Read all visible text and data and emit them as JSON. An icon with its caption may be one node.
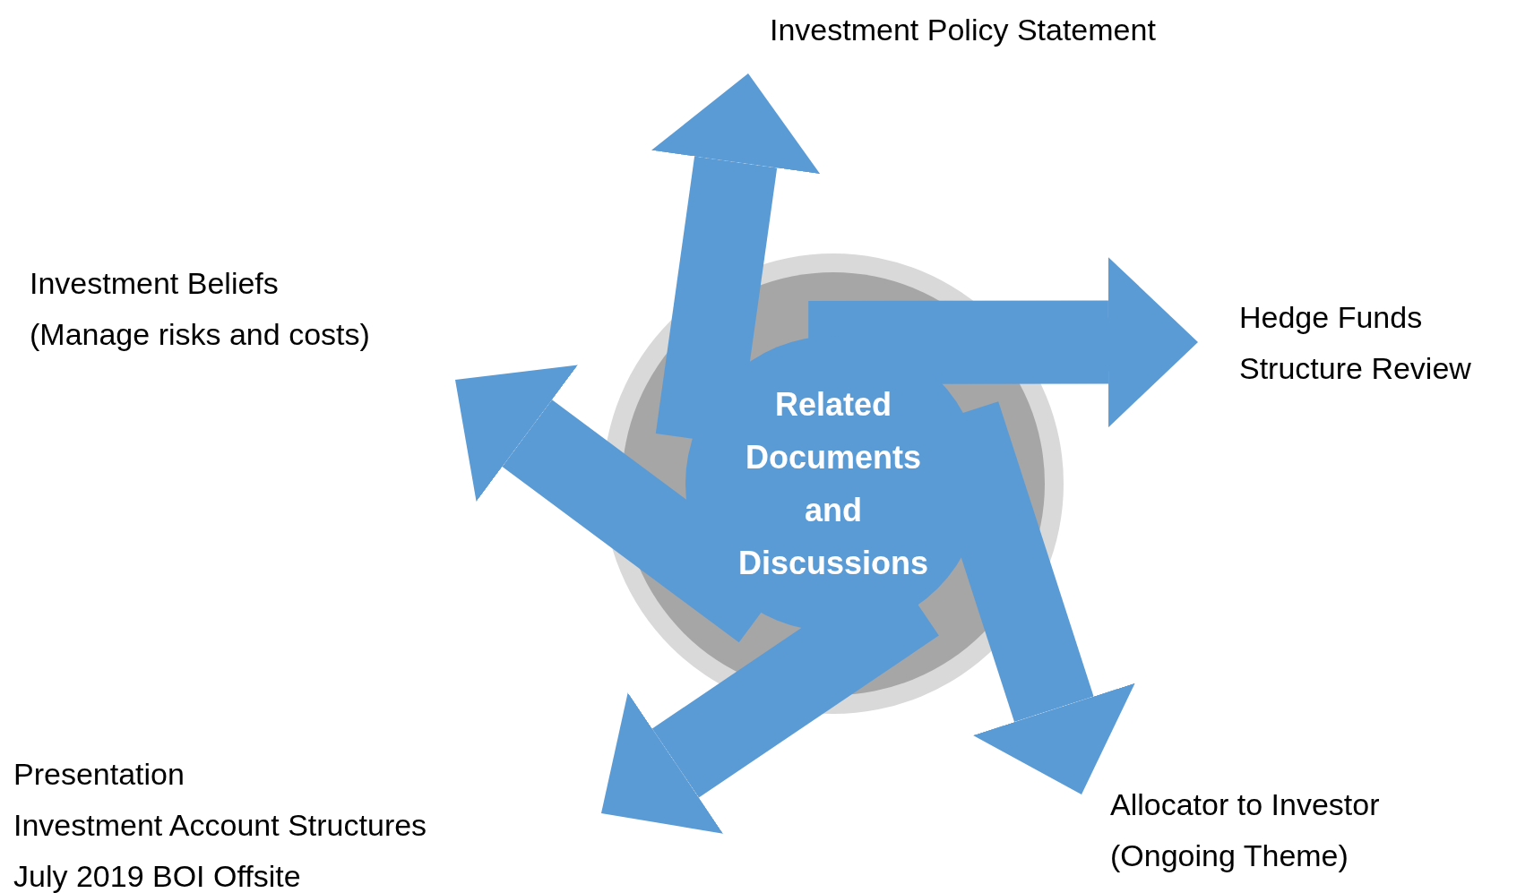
{
  "diagram": {
    "nodes": [
      {
        "text": [
          "Related Documents and Discussions"
        ]
      },
      {
        "text": [
          "Investment Policy Statement"
        ]
      },
      {
        "text": [
          "Hedge Funds Structure Review"
        ]
      },
      {
        "text": [
          "Allocator to Investor (Ongoing Theme)"
        ]
      },
      {
        "text": [
          "Presentation",
          "Investment Account Structures",
          "July 2019 BOI Offsite"
        ]
      },
      {
        "text": [
          "Investment Beliefs (Manage risks and costs)"
        ]
      }
    ],
    "edges": [
      {
        "from": 0,
        "to": 1,
        "arrow": "to"
      },
      {
        "from": 0,
        "to": 2,
        "arrow": "to"
      },
      {
        "from": 0,
        "to": 3,
        "arrow": "to"
      },
      {
        "from": 0,
        "to": 4,
        "arrow": "to"
      },
      {
        "from": 0,
        "to": 5,
        "arrow": "to"
      }
    ]
  }
}
